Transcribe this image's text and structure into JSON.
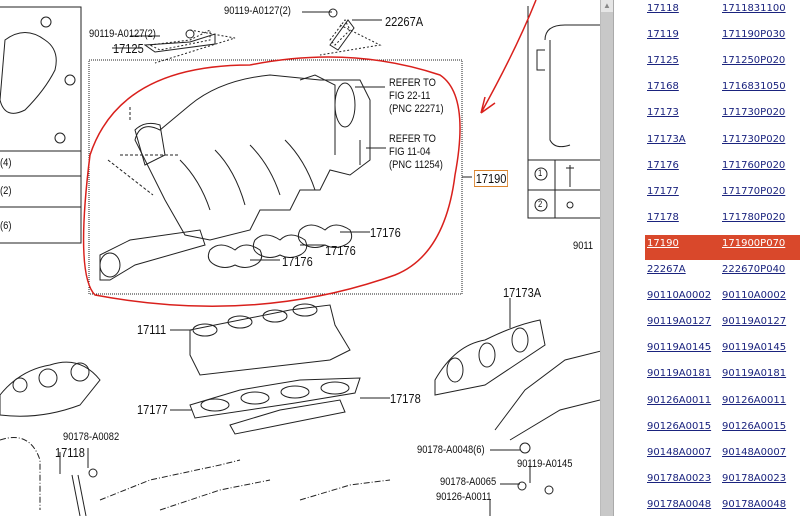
{
  "diagram": {
    "callouts": {
      "bolt_top": "90119-A0127(2)",
      "bolt_left": "90119-A0127(2)",
      "bracket_left": "17125",
      "bracket_top": "22267A",
      "refer1": "REFER TO\nFIG 22-11\n(PNC 22271)",
      "refer2": "REFER TO\nFIG 11-04\n(PNC 11254)",
      "manifold_assy": "17190",
      "gasket_a": "17176",
      "gasket_b": "17176",
      "gasket_c": "17176",
      "manifold_lower": "17111",
      "gasket_left": "17177",
      "gasket_right": "17178",
      "gasket_exhaust": "17173A",
      "nut_left": "90178-A0082",
      "stud_left": "17118",
      "nut_right": "90178-A0048(6)",
      "bolt_right": "90119-A0145",
      "nut_right2": "90178-A0065",
      "bolt_right2": "90126-A0011",
      "clip_right": "9011",
      "qty4": "(4)",
      "qty2": "(2)",
      "qty6": "(6)",
      "legend1": "1",
      "legend2": "2"
    },
    "annotation_color": "#d9201c",
    "highlight_color": "#d9822b"
  },
  "parts_list": {
    "selected_color": "#d9482b",
    "rows": [
      {
        "pnc": "17118",
        "part": "1711831100"
      },
      {
        "pnc": "17119",
        "part": "171190P030"
      },
      {
        "pnc": "17125",
        "part": "171250P020"
      },
      {
        "pnc": "17168",
        "part": "1716831050"
      },
      {
        "pnc": "17173",
        "part": "171730P020"
      },
      {
        "pnc": "17173A",
        "part": "171730P020"
      },
      {
        "pnc": "17176",
        "part": "171760P020"
      },
      {
        "pnc": "17177",
        "part": "171770P020"
      },
      {
        "pnc": "17178",
        "part": "171780P020"
      },
      {
        "pnc": "17190",
        "part": "171900P070",
        "selected": true
      },
      {
        "pnc": "22267A",
        "part": "222670P040"
      },
      {
        "pnc": "90110A0002",
        "part": "90110A0002"
      },
      {
        "pnc": "90119A0127",
        "part": "90119A0127"
      },
      {
        "pnc": "90119A0145",
        "part": "90119A0145"
      },
      {
        "pnc": "90119A0181",
        "part": "90119A0181"
      },
      {
        "pnc": "90126A0011",
        "part": "90126A0011"
      },
      {
        "pnc": "90126A0015",
        "part": "90126A0015"
      },
      {
        "pnc": "90148A0007",
        "part": "90148A0007"
      },
      {
        "pnc": "90178A0023",
        "part": "90178A0023"
      },
      {
        "pnc": "90178A0048",
        "part": "90178A0048"
      }
    ]
  }
}
